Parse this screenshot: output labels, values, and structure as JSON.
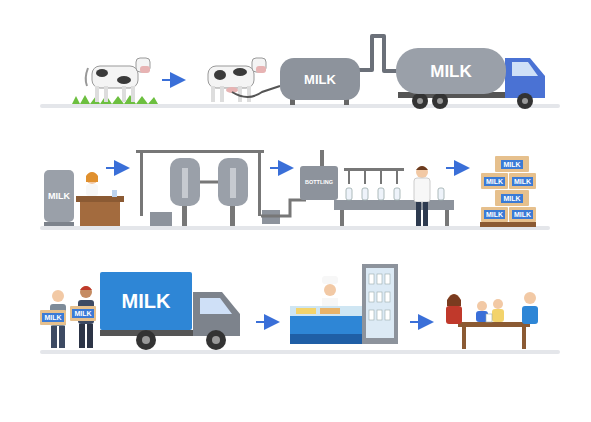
{
  "diagram": {
    "nodes": [
      {
        "text": [
          "MILK"
        ]
      },
      {
        "text": [
          "MILK"
        ]
      },
      {
        "text": [
          "MILK"
        ]
      },
      {
        "text": [
          "BOTTLING"
        ]
      },
      {
        "text": [
          "MILK"
        ]
      },
      {
        "text": [
          "MILK"
        ]
      },
      {
        "text": [
          "MILK"
        ]
      },
      {
        "text": [
          "MILK"
        ]
      },
      {
        "text": [
          "MILK"
        ]
      },
      {
        "text": [
          "MILK"
        ]
      },
      {
        "text": [
          "MILK"
        ]
      },
      {
        "text": [
          "MILK"
        ]
      },
      {
        "text": [
          "MILK"
        ]
      }
    ],
    "edges": [
      {
        "from": 0,
        "to": 1,
        "arrow": "none"
      }
    ]
  }
}
